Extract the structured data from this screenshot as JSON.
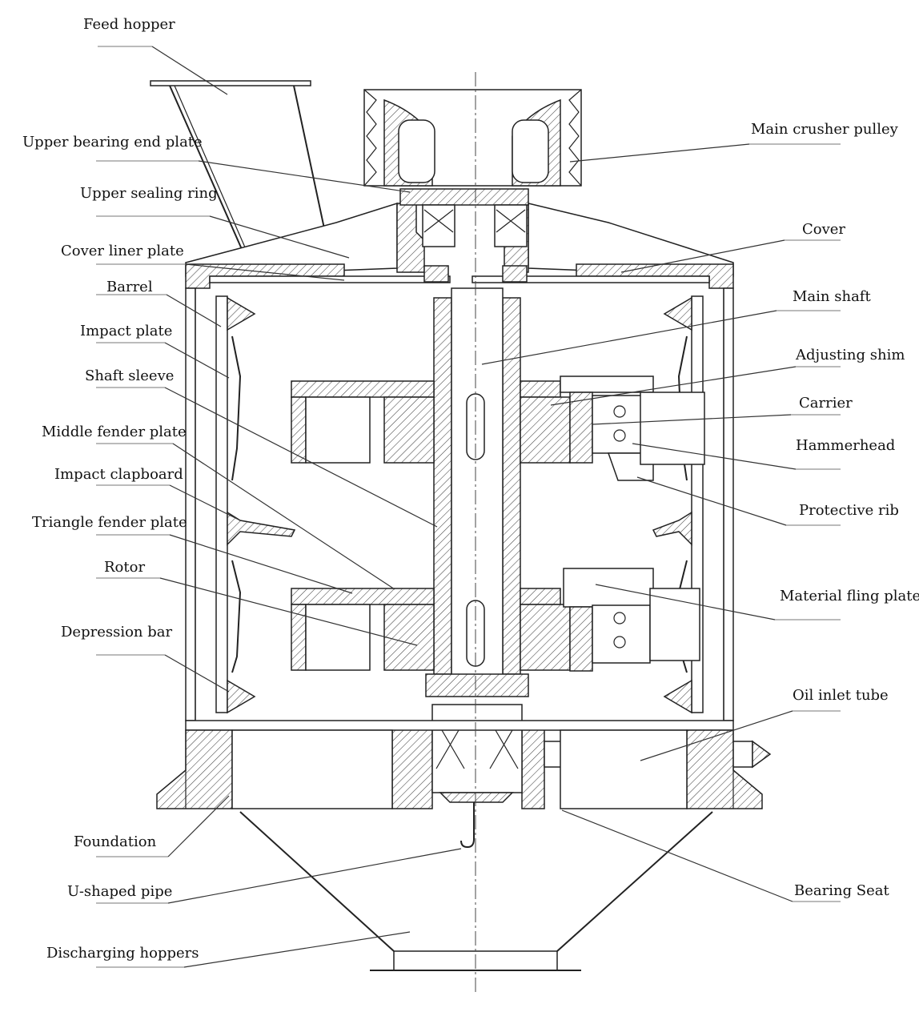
{
  "labels": {
    "feed_hopper": "Feed hopper",
    "upper_bearing_end_plate": "Upper bearing end plate",
    "upper_sealing_ring": "Upper sealing ring",
    "cover_liner_plate": "Cover liner plate",
    "barrel": "Barrel",
    "impact_plate": "Impact plate",
    "shaft_sleeve": "Shaft sleeve",
    "middle_fender_plate": "Middle fender plate",
    "impact_clapboard": "Impact clapboard",
    "triangle_fender_plate": "Triangle fender plate",
    "rotor": "Rotor",
    "depression_bar": "Depression bar",
    "foundation": "Foundation",
    "u_shaped_pipe": "U-shaped pipe",
    "discharging_hoppers": "Discharging hoppers",
    "main_crusher_pulley": "Main crusher pulley",
    "cover": "Cover",
    "main_shaft": "Main shaft",
    "adjusting_shim": "Adjusting shim",
    "carrier": "Carrier",
    "hammerhead": "Hammerhead",
    "protective_rib": "Protective rib",
    "material_fling_plate": "Material fling plate",
    "oil_inlet_tube": "Oil inlet tube",
    "bearing_seat": "Bearing Seat"
  }
}
